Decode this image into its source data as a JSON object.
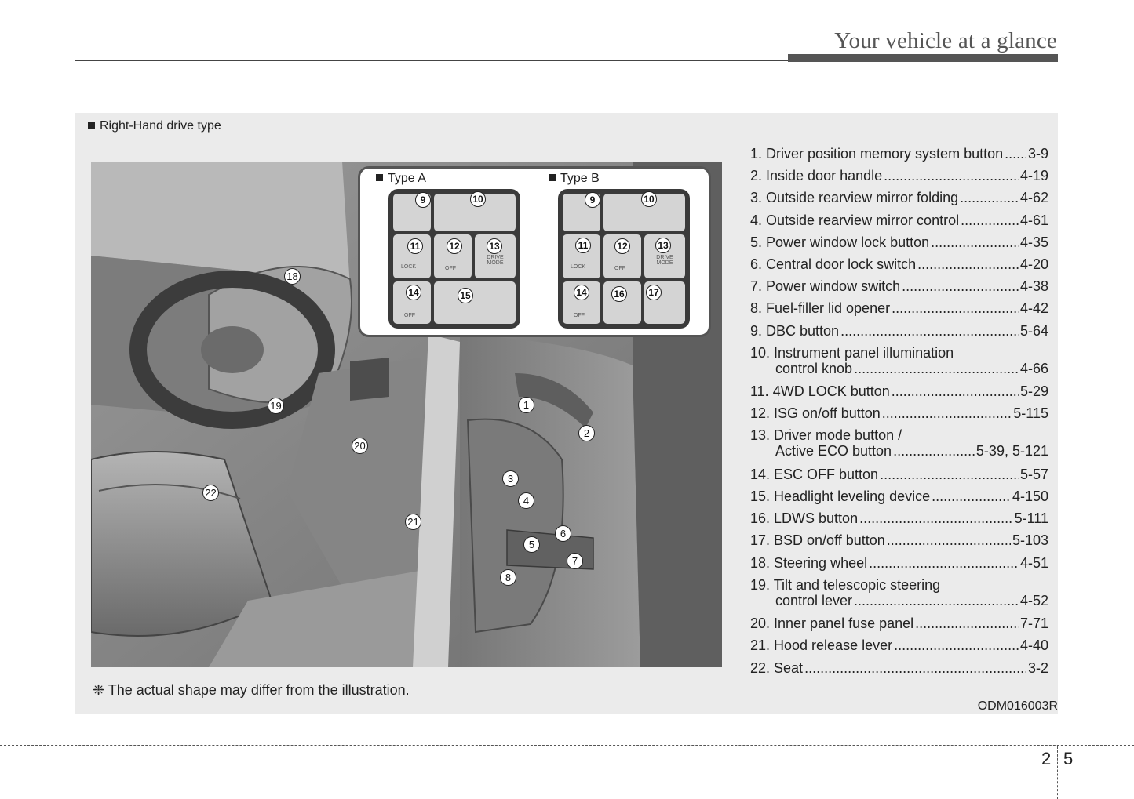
{
  "header": {
    "title": "Your vehicle at a glance"
  },
  "panel": {
    "label": "Right-Hand drive type",
    "note": "❈ The actual shape may differ from the illustration.",
    "code": "ODM016003R"
  },
  "inset": {
    "type_a": "Type A",
    "type_b": "Type B",
    "sub_lock": "LOCK",
    "sub_off": "OFF",
    "sub_drive": "DRIVE",
    "sub_mode": "MODE"
  },
  "callouts": [
    "1",
    "2",
    "3",
    "4",
    "5",
    "6",
    "7",
    "8",
    "9",
    "10",
    "11",
    "12",
    "13",
    "14",
    "15",
    "16",
    "17",
    "18",
    "19",
    "20",
    "21",
    "22"
  ],
  "legend": [
    {
      "label": "1. Driver position memory system button",
      "page": "3-9",
      "tight": true
    },
    {
      "label": "2. Inside door handle",
      "page": "4-19"
    },
    {
      "label": "3. Outside rearview mirror folding",
      "page": "4-62"
    },
    {
      "label": "4. Outside rearview mirror control",
      "page": "4-61"
    },
    {
      "label": "5. Power window lock button",
      "page": "4-35"
    },
    {
      "label": "6. Central door lock switch",
      "page": "4-20"
    },
    {
      "label": "7. Power window switch",
      "page": "4-38"
    },
    {
      "label": "8. Fuel-filler lid opener",
      "page": "4-42"
    },
    {
      "label": "9. DBC button",
      "page": "5-64"
    },
    {
      "label": "10. Instrument panel illumination",
      "label2": "control knob",
      "page": "4-66"
    },
    {
      "label": "11. 4WD LOCK button",
      "page": "5-29"
    },
    {
      "label": "12. ISG on/off button",
      "page": "5-115"
    },
    {
      "label": "13. Driver mode button /",
      "label2": "Active ECO button",
      "page": "5-39, 5-121"
    },
    {
      "label": "14. ESC OFF button",
      "page": "5-57"
    },
    {
      "label": "15. Headlight leveling device",
      "page": "4-150"
    },
    {
      "label": "16. LDWS button",
      "page": "5-111"
    },
    {
      "label": "17. BSD on/off button",
      "page": "5-103"
    },
    {
      "label": "18. Steering wheel",
      "page": "4-51"
    },
    {
      "label": "19. Tilt and telescopic steering",
      "label2": "control lever",
      "page": "4-52"
    },
    {
      "label": "20. Inner panel fuse panel",
      "page": "7-71"
    },
    {
      "label": "21. Hood release lever",
      "page": "4-40"
    },
    {
      "label": "22. Seat",
      "page": "3-2"
    }
  ],
  "footer": {
    "page_left": "2",
    "page_right": "5"
  }
}
